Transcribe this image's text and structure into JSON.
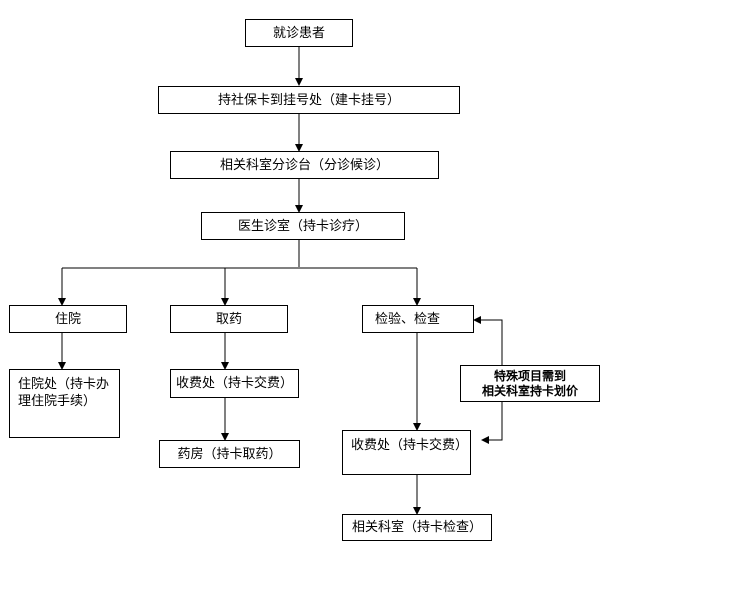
{
  "diagram": {
    "nodes": [
      {
        "id": "patient",
        "label": "就诊患者"
      },
      {
        "id": "registration",
        "label": "持社保卡到挂号处（建卡挂号）"
      },
      {
        "id": "triage",
        "label": "相关科室分诊台（分诊候诊）"
      },
      {
        "id": "clinic",
        "label": "医生诊室（持卡诊疗）"
      },
      {
        "id": "inpatient",
        "label": "住院"
      },
      {
        "id": "medicine",
        "label": "取药"
      },
      {
        "id": "exam",
        "label": "检验、检查"
      },
      {
        "id": "inpatient_office",
        "label": "住院处（持卡办\n理住院手续）"
      },
      {
        "id": "cashier_med",
        "label": "收费处（持卡交费）"
      },
      {
        "id": "pharmacy",
        "label": "药房（持卡取药）"
      },
      {
        "id": "special",
        "label": "特殊项目需到\n相关科室持卡划价"
      },
      {
        "id": "cashier_exam",
        "label": "收费处（持卡交费）"
      },
      {
        "id": "dept_exam",
        "label": "相关科室（持卡检查）"
      }
    ],
    "edges": [
      {
        "from": "patient",
        "to": "registration"
      },
      {
        "from": "registration",
        "to": "triage"
      },
      {
        "from": "triage",
        "to": "clinic"
      },
      {
        "from": "clinic",
        "to": "inpatient"
      },
      {
        "from": "clinic",
        "to": "medicine"
      },
      {
        "from": "clinic",
        "to": "exam"
      },
      {
        "from": "inpatient",
        "to": "inpatient_office"
      },
      {
        "from": "medicine",
        "to": "cashier_med"
      },
      {
        "from": "cashier_med",
        "to": "pharmacy"
      },
      {
        "from": "exam",
        "to": "cashier_exam"
      },
      {
        "from": "special",
        "to": "exam"
      },
      {
        "from": "special",
        "to": "cashier_exam"
      },
      {
        "from": "cashier_exam",
        "to": "dept_exam"
      }
    ]
  }
}
